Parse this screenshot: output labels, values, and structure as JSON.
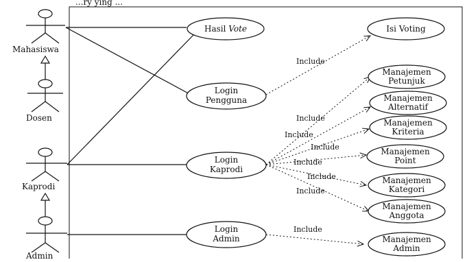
{
  "top_clipped_text": "...ry ying ...",
  "actors": [
    {
      "id": "mahasiswa",
      "label": "Mahasiswa"
    },
    {
      "id": "dosen",
      "label": "Dosen"
    },
    {
      "id": "kaprodi",
      "label": "Kaprodi"
    },
    {
      "id": "admin",
      "label": "Admin"
    }
  ],
  "use_cases": [
    {
      "id": "hasil-vote",
      "line1": "Hasil ",
      "line1_italic": "Vote",
      "line2": ""
    },
    {
      "id": "login-pengguna",
      "line1": "Login",
      "line2": "Pengguna"
    },
    {
      "id": "login-kaprodi",
      "line1": "Login",
      "line2": "Kaprodi"
    },
    {
      "id": "login-admin",
      "line1": "Login",
      "line2": "Admin"
    },
    {
      "id": "isi-voting",
      "line1": "Isi Voting",
      "line2": ""
    },
    {
      "id": "manajemen-petunjuk",
      "line1": "Manajemen",
      "line2": "Petunjuk"
    },
    {
      "id": "manajemen-alternatif",
      "line1": "Manajemen",
      "line2": "Alternatif"
    },
    {
      "id": "manajemen-kriteria",
      "line1": "Manajemen",
      "line2": "Kriteria"
    },
    {
      "id": "manajemen-point",
      "line1": "Manajemen",
      "line2": "Point"
    },
    {
      "id": "manajemen-kategori",
      "line1": "Manajemen",
      "line2": "Kategori"
    },
    {
      "id": "manajemen-anggota",
      "line1": "Manajemen",
      "line2": "Anggota"
    },
    {
      "id": "manajemen-admin",
      "line1": "Manajemen",
      "line2": "Admin"
    }
  ],
  "include_label": "Include"
}
